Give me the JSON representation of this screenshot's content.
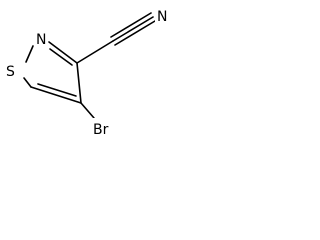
{
  "molecule": {
    "atoms": {
      "sulfur": "S",
      "nitrogen_ring": "N",
      "nitrogen_nitrile": "N",
      "bromine": "Br"
    },
    "colors": {
      "bond": "#000000",
      "label": "#000000",
      "background": "#ffffff"
    }
  }
}
